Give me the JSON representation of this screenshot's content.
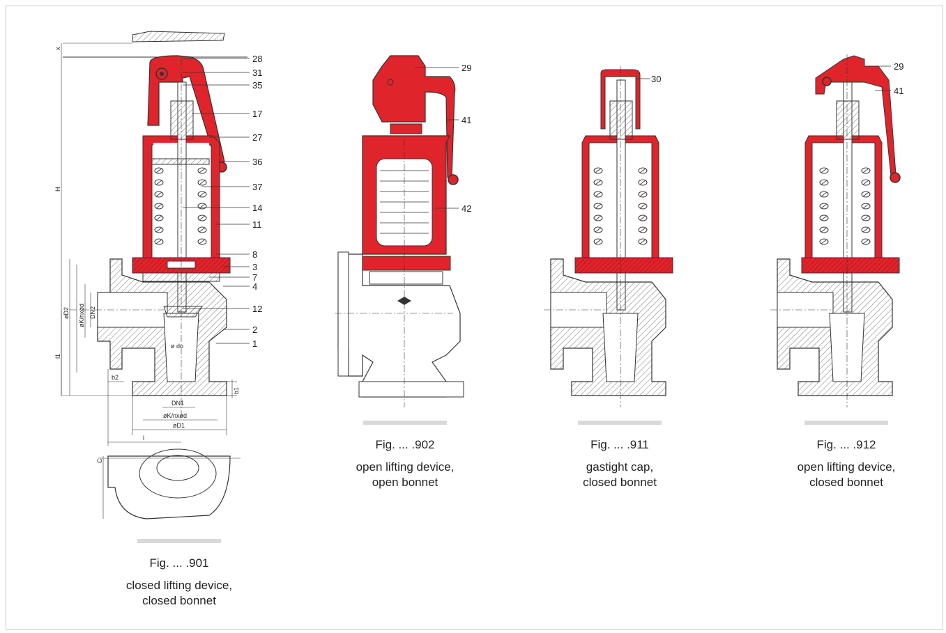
{
  "colors": {
    "accent_red": "#e0242b",
    "outline": "#333333",
    "caption_bar": "#d9d9d9"
  },
  "callouts": {
    "c28": "28",
    "c31": "31",
    "c35": "35",
    "c17": "17",
    "c27": "27",
    "c36": "36",
    "c37": "37",
    "c14": "14",
    "c11": "11",
    "c8": "8",
    "c3": "3",
    "c7": "7",
    "c4": "4",
    "c12": "12",
    "c2": "2",
    "c1": "1",
    "c29a": "29",
    "c41a": "41",
    "c42": "42",
    "c30": "30",
    "c29b": "29",
    "c41b": "41"
  },
  "dimensions": {
    "x": "x",
    "H": "H",
    "l1": "l1",
    "phiD2": "øD2",
    "phiK_side": "øK/nxød",
    "DN2": "DN2",
    "b2": "b2",
    "b1": "b1",
    "phi_do": "ø do",
    "DN1": "DN1",
    "phiK_bottom": "øK/nxød",
    "phiD1": "øD1",
    "l": "l",
    "C": "C"
  },
  "figures": [
    {
      "fig": "Fig. ... .901",
      "line1": "closed lifting device,",
      "line2": "closed bonnet"
    },
    {
      "fig": "Fig. ... .902",
      "line1": "open lifting device,",
      "line2": "open bonnet"
    },
    {
      "fig": "Fig. ... .911",
      "line1": "gastight cap,",
      "line2": "closed bonnet"
    },
    {
      "fig": "Fig. ... .912",
      "line1": "open lifting device,",
      "line2": "closed bonnet"
    }
  ]
}
